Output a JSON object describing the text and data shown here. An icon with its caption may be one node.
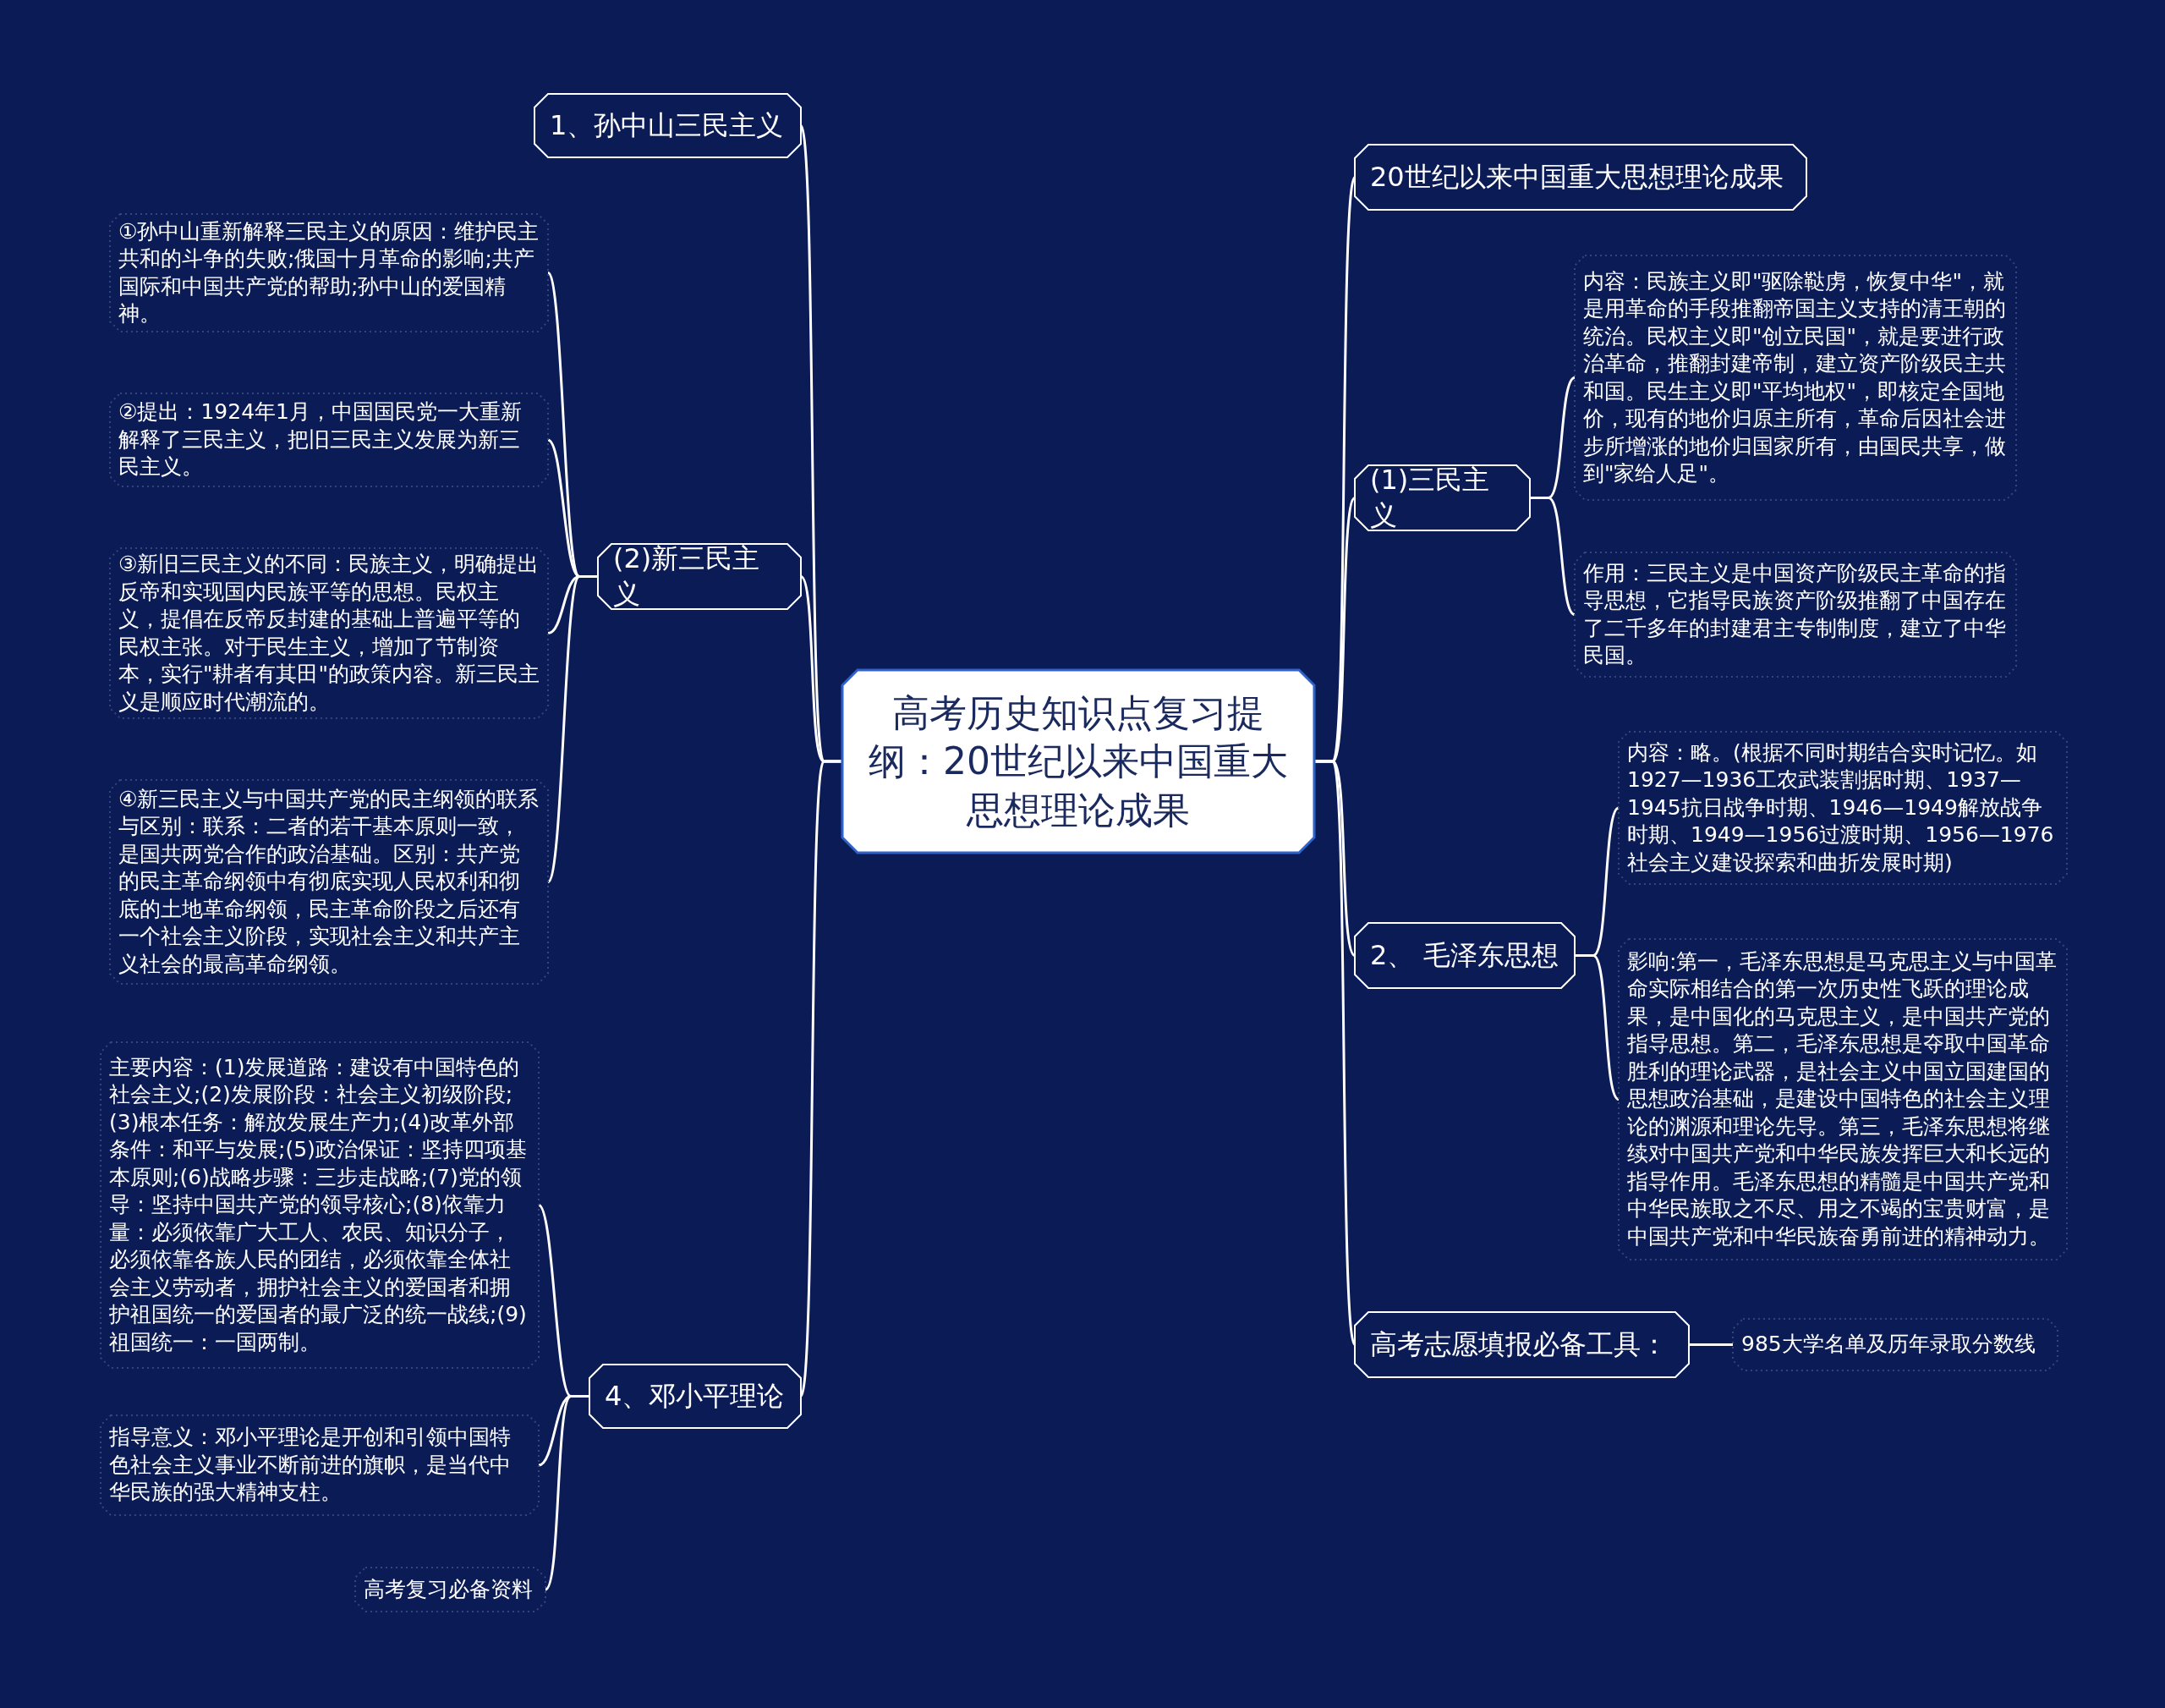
{
  "diagram": {
    "nodes": [
      {
        "text": [
          "高考历史知识点复习提纲：20世纪以来中国重大思想理论成果"
        ]
      },
      {
        "text": [
          "1、孙中山三民主义"
        ]
      },
      {
        "text": [
          "(2)新三民主义"
        ]
      },
      {
        "text": [
          "①孙中山重新解释三民主义的原因：维护民主共和的斗争的失败;俄国十月革命的影响;共产国际和中国共产党的帮助;孙中山的爱国精神。"
        ]
      },
      {
        "text": [
          "②提出：1924年1月，中国国民党一大重新解释了三民主义，把旧三民主义发展为新三民主义。"
        ]
      },
      {
        "text": [
          "③新旧三民主义的不同：民族主义，明确提出反帝和实现国内民族平等的思想。民权主义，提倡在反帝反封建的基础上普遍平等的民权主张。对于民生主义，增加了节制资本，实行\"耕者有其田\"的政策内容。新三民主义是顺应时代潮流的。"
        ]
      },
      {
        "text": [
          "④新三民主义与中国共产党的民主纲领的联系与区别：联系：二者的若干基本原则一致，是国共两党合作的政治基础。区别：共产党的民主革命纲领中有彻底实现人民权利和彻底的土地革命纲领，民主革命阶段之后还有一个社会主义阶段，实现社会主义和共产主义社会的最高革命纲领。"
        ]
      },
      {
        "text": [
          "4、邓小平理论"
        ]
      },
      {
        "text": [
          "主要内容：(1)发展道路：建设有中国特色的社会主义;(2)发展阶段：社会主义初级阶段;(3)根本任务：解放发展生产力;(4)改革外部条件：和平与发展;(5)政治保证：坚持四项基本原则;(6)战略步骤：三步走战略;(7)党的领导：坚持中国共产党的领导核心;(8)依靠力量：必须依靠广大工人、农民、知识分子，必须依靠各族人民的团结，必须依靠全体社会主义劳动者，拥护社会主义的爱国者和拥护祖国统一的爱国者的最广泛的统一战线;(9)祖国统一：一国两制。"
        ]
      },
      {
        "text": [
          "指导意义：邓小平理论是开创和引领中国特色社会主义事业不断前进的旗帜，是当代中华民族的强大精神支柱。"
        ]
      },
      {
        "text": [
          "高考复习必备资料"
        ]
      },
      {
        "text": [
          "20世纪以来中国重大思想理论成果"
        ]
      },
      {
        "text": [
          "(1)三民主义"
        ]
      },
      {
        "text": [
          "内容：民族主义即\"驱除鞑虏，恢复中华\"，就是用革命的手段推翻帝国主义支持的清王朝的统治。民权主义即\"创立民国\"，就是要进行政治革命，推翻封建帝制，建立资产阶级民主共和国。民生主义即\"平均地权\"，即核定全国地价，现有的地价归原主所有，革命后因社会进步所增涨的地价归国家所有，由国民共享，做到\"家给人足\"。"
        ]
      },
      {
        "text": [
          "作用：三民主义是中国资产阶级民主革命的指导思想，它指导民族资产阶级推翻了中国存在了二千多年的封建君主专制制度，建立了中华民国。"
        ]
      },
      {
        "text": [
          "2、 毛泽东思想"
        ]
      },
      {
        "text": [
          "内容：略。(根据不同时期结合实时记忆。如1927—1936工农武装割据时期、1937—1945抗日战争时期、1946—1949解放战争时期、1949—1956过渡时期、1956—1976社会主义建设探索和曲折发展时期)"
        ]
      },
      {
        "text": [
          "影响:第一，毛泽东思想是马克思主义与中国革命实际相结合的第一次历史性飞跃的理论成果，是中国化的马克思主义，是中国共产党的指导思想。第二，毛泽东思想是夺取中国革命胜利的理论武器，是社会主义中国立国建国的思想政治基础，是建设中国特色的社会主义理论的渊源和理论先导。第三，毛泽东思想将继续对中国共产党和中华民族发挥巨大和长远的指导作用。毛泽东思想的精髓是中国共产党和中华民族取之不尽、用之不竭的宝贵财富，是中国共产党和中华民族奋勇前进的精神动力。"
        ]
      },
      {
        "text": [
          "高考志愿填报必备工具："
        ]
      },
      {
        "text": [
          "985大学名单及历年录取分数线"
        ]
      }
    ],
    "edges": [
      {
        "from": 0,
        "to": 1,
        "arrow": "none"
      },
      {
        "from": 0,
        "to": 2,
        "arrow": "none"
      },
      {
        "from": 2,
        "to": 3,
        "arrow": "none"
      },
      {
        "from": 2,
        "to": 4,
        "arrow": "none"
      },
      {
        "from": 2,
        "to": 5,
        "arrow": "none"
      },
      {
        "from": 2,
        "to": 6,
        "arrow": "none"
      },
      {
        "from": 0,
        "to": 7,
        "arrow": "none"
      },
      {
        "from": 7,
        "to": 8,
        "arrow": "none"
      },
      {
        "from": 7,
        "to": 9,
        "arrow": "none"
      },
      {
        "from": 7,
        "to": 10,
        "arrow": "none"
      },
      {
        "from": 0,
        "to": 11,
        "arrow": "none"
      },
      {
        "from": 0,
        "to": 12,
        "arrow": "none"
      },
      {
        "from": 12,
        "to": 13,
        "arrow": "none"
      },
      {
        "from": 12,
        "to": 14,
        "arrow": "none"
      },
      {
        "from": 0,
        "to": 15,
        "arrow": "none"
      },
      {
        "from": 15,
        "to": 16,
        "arrow": "none"
      },
      {
        "from": 15,
        "to": 17,
        "arrow": "none"
      },
      {
        "from": 0,
        "to": 18,
        "arrow": "none"
      },
      {
        "from": 18,
        "to": 19,
        "arrow": "none"
      }
    ]
  }
}
